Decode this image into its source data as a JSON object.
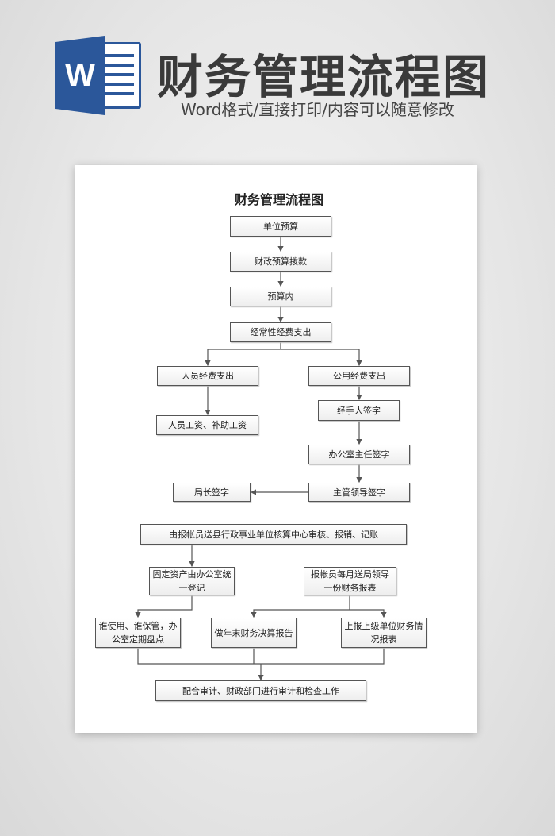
{
  "header": {
    "app_icon_letter": "W",
    "title": "财务管理流程图",
    "subtitle": "Word格式/直接打印/内容可以随意修改"
  },
  "document": {
    "title": "财务管理流程图",
    "steps": {
      "s1": "单位预算",
      "s2": "财政预算拨款",
      "s3": "预算内",
      "s4": "经常性经费支出",
      "s5": "人员经费支出",
      "s6": "公用经费支出",
      "s7": "人员工资、补助工资",
      "s8": "经手人签字",
      "s9": "办公室主任签字",
      "s10": "主管领导签字",
      "s11": "局长签字",
      "s12": "由报帐员送县行政事业单位核算中心审核、报销、记账",
      "s13": "固定资产由办公室统一登记",
      "s14": "报帐员每月送局领导一份财务报表",
      "s15": "谁使用、谁保管，办公室定期盘点",
      "s16": "做年末财务决算报告",
      "s17": "上报上级单位财务情况报表",
      "s18": "配合审计、财政部门进行审计和检查工作"
    }
  }
}
